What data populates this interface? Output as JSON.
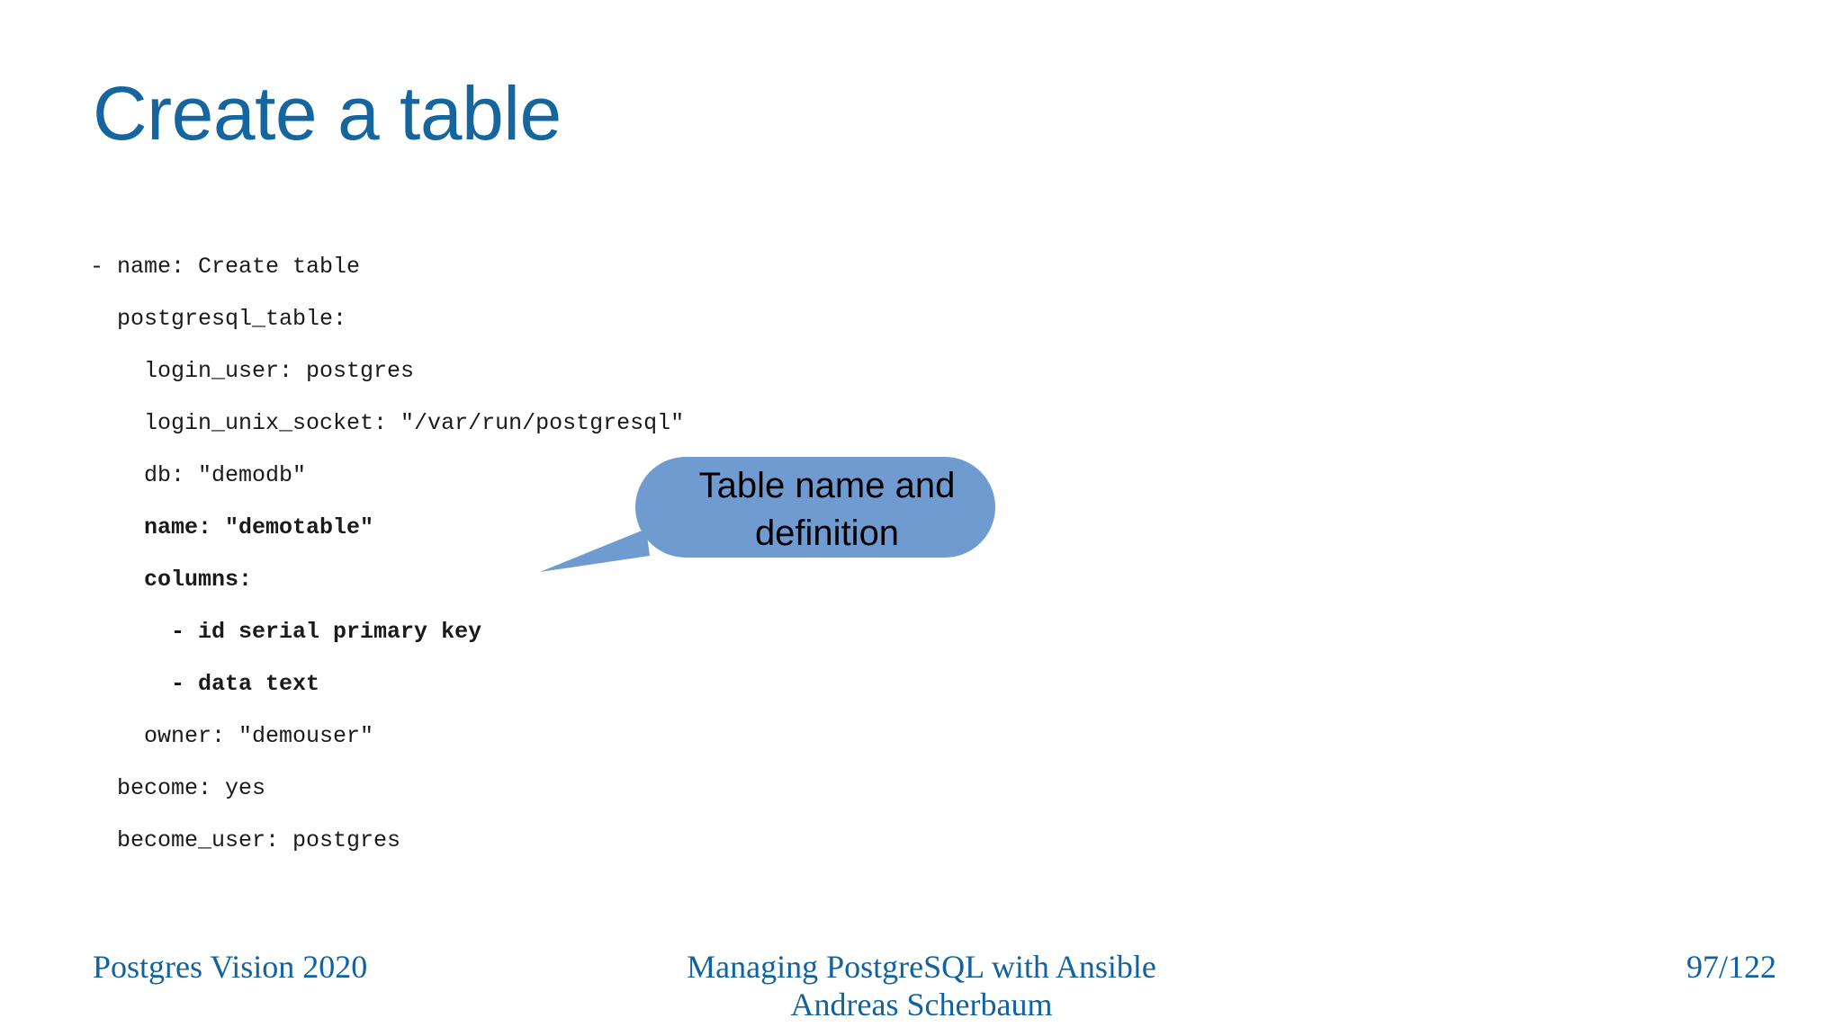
{
  "slide": {
    "title": "Create a table",
    "title_color": "#15659f",
    "background_color": "#ffffff"
  },
  "code": {
    "language": "yaml",
    "lines": [
      {
        "text": "- name: Create table",
        "bold": false
      },
      {
        "text": "  postgresql_table:",
        "bold": false
      },
      {
        "text": "    login_user: postgres",
        "bold": false
      },
      {
        "text": "    login_unix_socket: \"/var/run/postgresql\"",
        "bold": false
      },
      {
        "text": "    db: \"demodb\"",
        "bold": false
      },
      {
        "text": "    name: \"demotable\"",
        "bold": true
      },
      {
        "text": "    columns:",
        "bold": true
      },
      {
        "text": "      - id serial primary key",
        "bold": true
      },
      {
        "text": "      - data text",
        "bold": true
      },
      {
        "text": "    owner: \"demouser\"",
        "bold": false
      },
      {
        "text": "  become: yes",
        "bold": false
      },
      {
        "text": "  become_user: postgres",
        "bold": false
      }
    ]
  },
  "callout": {
    "text": "Table name and\ndefinition",
    "fill_color": "#6f9bd1",
    "text_color": "#000000"
  },
  "footer": {
    "left": "Postgres Vision 2020",
    "center": "Managing PostgreSQL with Ansible\nAndreas Scherbaum",
    "right": "97/122",
    "color": "#11629e"
  }
}
